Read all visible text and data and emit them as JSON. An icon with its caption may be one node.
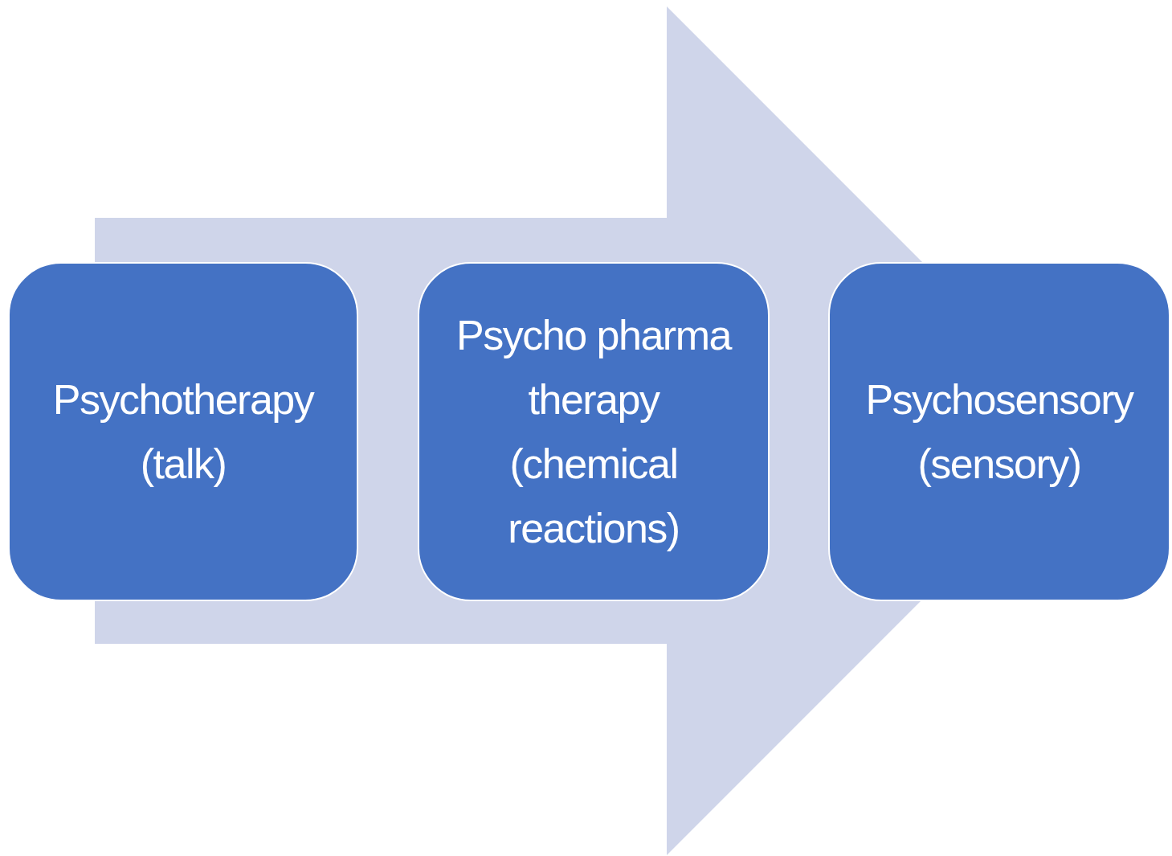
{
  "diagram": {
    "nodes": [
      {
        "text": [
          "Psychotherapy (talk)"
        ]
      },
      {
        "text": [
          "Psycho pharma therapy (chemical reactions)"
        ]
      },
      {
        "text": [
          "Psychosensory (sensory)"
        ]
      }
    ],
    "edges": [
      {
        "from": 0,
        "to": 2,
        "arrow": "to"
      }
    ]
  }
}
